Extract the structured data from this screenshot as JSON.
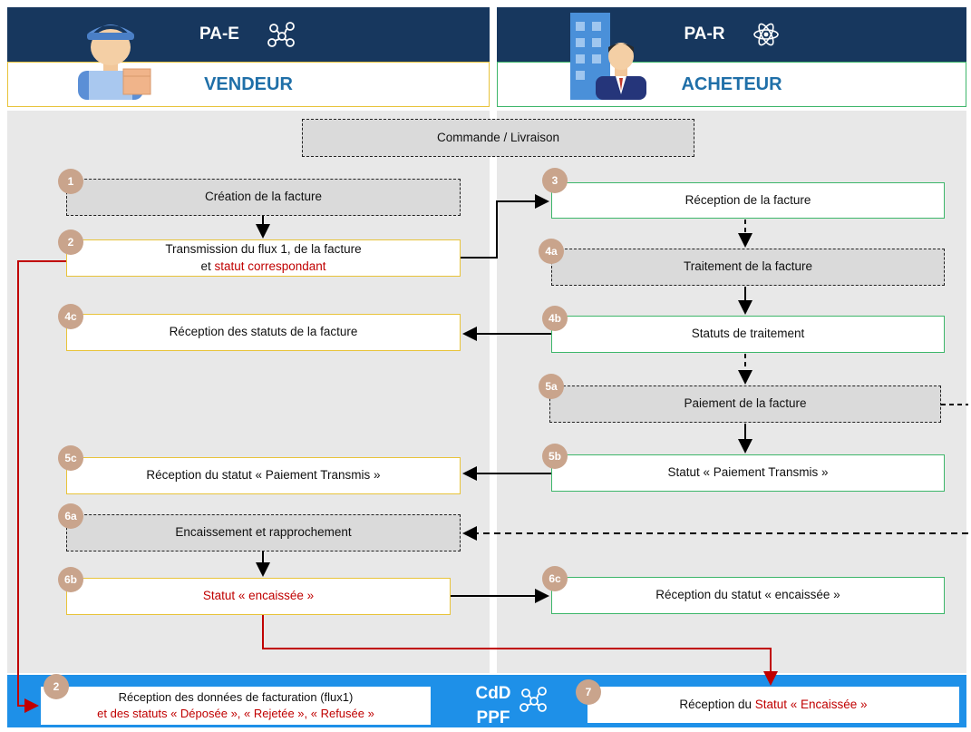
{
  "header": {
    "left_title": "PA-E",
    "right_title": "PA-R",
    "left_role": "VENDEUR",
    "right_role": "ACHETEUR"
  },
  "top_box": "Commande / Livraison",
  "steps": {
    "s1": {
      "badge": "1",
      "label": "Création de la facture"
    },
    "s2": {
      "badge": "2",
      "line1": "Transmission du flux 1, de la facture",
      "line2_prefix": "et ",
      "line2_red": "statut correspondant"
    },
    "s3": {
      "badge": "3",
      "label": "Réception de la facture"
    },
    "s4a": {
      "badge": "4a",
      "label": "Traitement de la facture"
    },
    "s4b": {
      "badge": "4b",
      "label": "Statuts de traitement"
    },
    "s4c": {
      "badge": "4c",
      "label": "Réception des statuts de la facture"
    },
    "s5a": {
      "badge": "5a",
      "label": "Paiement de la facture"
    },
    "s5b": {
      "badge": "5b",
      "label": "Statut « Paiement Transmis »"
    },
    "s5c": {
      "badge": "5c",
      "label": "Réception du statut « Paiement Transmis »"
    },
    "s6a": {
      "badge": "6a",
      "label": "Encaissement et rapprochement"
    },
    "s6b": {
      "badge": "6b",
      "label": "Statut « encaissée »"
    },
    "s6c": {
      "badge": "6c",
      "label": "Réception du statut « encaissée »"
    }
  },
  "bottom": {
    "left": {
      "badge": "2",
      "line1": "Réception des données de facturation (flux1)",
      "line2": "et des statuts « Déposée », « Rejetée », « Refusée »"
    },
    "center_line1": "CdD",
    "center_line2": "PPF",
    "right": {
      "badge": "7",
      "prefix": "Réception du ",
      "red": "Statut « Encaissée »"
    }
  },
  "colors": {
    "header_bg": "#17375e",
    "role_text": "#1f6fa8",
    "bottom_bg": "#1e90e8",
    "seller_border": "#e8c33a",
    "buyer_border": "#3db66a",
    "badge": "#c9a48c",
    "red": "#c00000"
  }
}
